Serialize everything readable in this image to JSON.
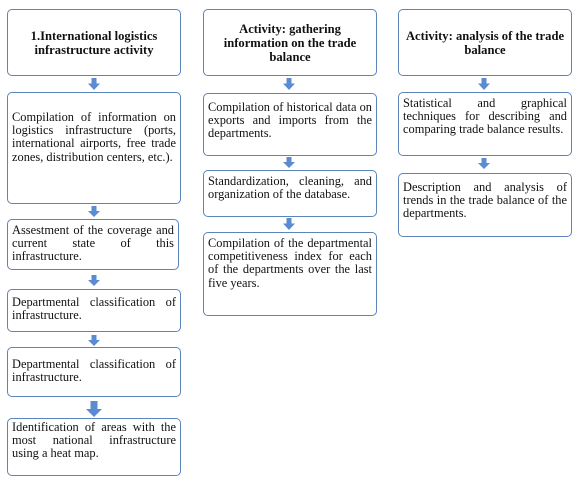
{
  "colors": {
    "box_border": "#5b85b9",
    "arrow_fill": "#5b8bd0"
  },
  "columns": [
    {
      "header": "1.International logistics infrastructure activity",
      "steps": [
        "Compilation of information on logistics infrastructure (ports, international airports, free trade zones, distribution centers, etc.).",
        "Assestment of the coverage and current state of this infrastructure.",
        "Departmental classification of infrastructure.",
        "Departmental classification of infrastructure.",
        "Identification of areas with the most national infrastructure using a heat map."
      ]
    },
    {
      "header": "Activity: gathering information on the trade balance",
      "steps": [
        "Compilation of historical data on exports and imports from the departments.",
        "Standardization, cleaning, and organization of the database.",
        "Compilation of the departmental competitiveness index for each of the departments over the last five years."
      ]
    },
    {
      "header": "Activity: analysis of the trade balance",
      "steps": [
        "Statistical and graphical techniques for describing and comparing trade balance results.",
        "Description and analysis of trends in the trade balance of the departments."
      ]
    }
  ]
}
